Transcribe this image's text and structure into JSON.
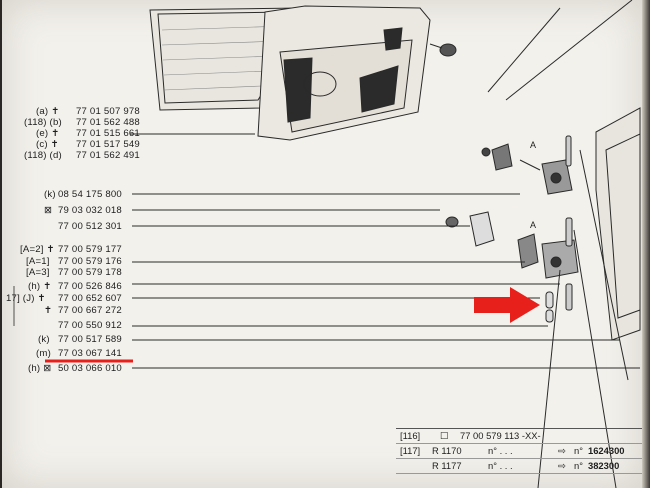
{
  "refs": {
    "group1": [
      {
        "code": "(a) ✝",
        "part": "77 01 507 978"
      },
      {
        "code": "(118) (b)",
        "part": "77 01 562 488"
      },
      {
        "code": "(e) ✝",
        "part": "77 01 515 661"
      },
      {
        "code": "(c) ✝",
        "part": "77 01 517 549"
      },
      {
        "code": "(118) (d)",
        "part": "77 01 562 491"
      }
    ],
    "list": [
      {
        "code": "(k)",
        "part": "08 54 175 800"
      },
      {
        "code": "⊠",
        "part": "79 03 032 018"
      },
      {
        "code": "",
        "part": "77 00 512 301"
      },
      {
        "code": "[A=2] ✝",
        "part": "77 00 579 177"
      },
      {
        "code": "[A=1]",
        "part": "77 00 579 176"
      },
      {
        "code": "[A=3]",
        "part": "77 00 579 178"
      },
      {
        "code": "(h) ✝",
        "part": "77 00 526 846"
      },
      {
        "code": "17] (J) ✝",
        "part": "77 00 652 607"
      },
      {
        "code": "✝",
        "part": "77 00 667 272"
      },
      {
        "code": "",
        "part": "77 00 550 912"
      },
      {
        "code": "(k)",
        "part": "77 00 517 589"
      },
      {
        "code": "(m)",
        "part": "77 03 067 141"
      },
      {
        "code": "(h) ⊠",
        "part": "50 03 066 010"
      }
    ]
  },
  "table": {
    "r1": {
      "a": "[116]",
      "b": "☐",
      "c": "77 00 579 113 -XX-"
    },
    "r2": {
      "a": "[117]",
      "b": "R 1170",
      "c": "n° . . .",
      "d": "n°",
      "e": "1624300"
    },
    "r3": {
      "a": "",
      "b": "R 1177",
      "c": "n° . . .",
      "d": "n°",
      "e": "382300"
    }
  },
  "colors": {
    "highlight": "#e8201c",
    "ink": "#222222",
    "paper": "#f3f1ec"
  }
}
